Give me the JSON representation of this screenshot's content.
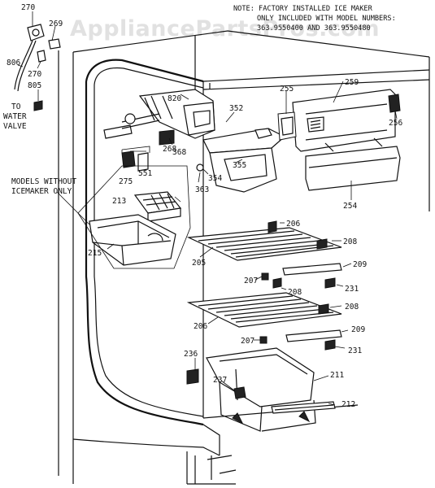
{
  "watermark": "AppliancePartsPros.com",
  "note": {
    "line1": "NOTE:  FACTORY INSTALLED ICE MAKER",
    "line2": "ONLY INCLUDED WITH MODEL NUMBERS:",
    "line3": "363.9550400 AND 363.9550480"
  },
  "callouts": {
    "models_without_1": "MODELS WITHOUT",
    "models_without_2": "ICEMAKER ONLY",
    "to_water_1": "TO",
    "to_water_2": "WATER",
    "to_water_3": "VALVE"
  },
  "parts": {
    "p270a": "270",
    "p269": "269",
    "p806": "806",
    "p270b": "270",
    "p805": "805",
    "p820": "820",
    "p352": "352",
    "p368": "368",
    "p355": "355",
    "p354": "354",
    "p363": "363",
    "p268": "268",
    "p275": "275",
    "p551": "551",
    "p213": "213",
    "p215": "215",
    "p255": "255",
    "p259": "259",
    "p256": "256",
    "p254": "254",
    "p206a": "206",
    "p208a": "208",
    "p205": "205",
    "p209a": "209",
    "p207a": "207",
    "p208b": "208",
    "p231a": "231",
    "p206b": "206",
    "p208c": "208",
    "p207b": "207",
    "p209b": "209",
    "p231b": "231",
    "p236": "236",
    "p237": "237",
    "p211": "211",
    "p212": "212"
  }
}
